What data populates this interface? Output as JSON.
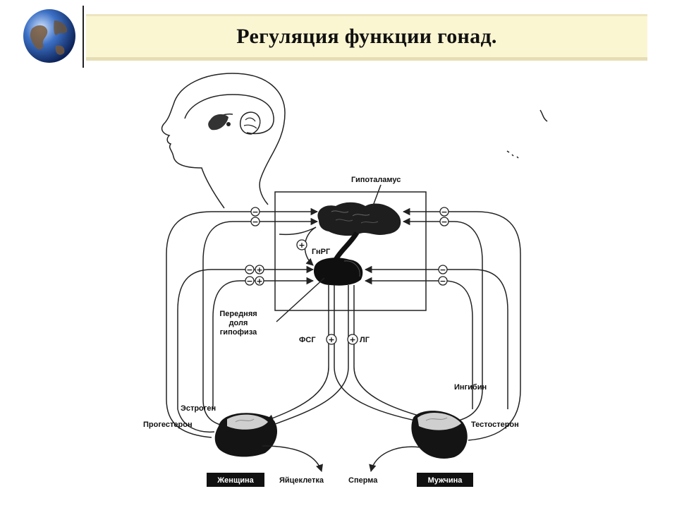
{
  "slide": {
    "title": "Регуляция функции гонад."
  },
  "labels": {
    "hypothalamus": "Гипоталамус",
    "gnrh": "ГнРГ",
    "pituitary": "Передняя доля гипофиза",
    "fsh": "ФСГ",
    "lh": "ЛГ",
    "inhibin": "Ингибин",
    "estrogen": "Эстроген",
    "progesterone": "Прогестерон",
    "testosterone": "Тестостерон",
    "egg": "Яйцеклетка",
    "sperm": "Сперма",
    "female": "Женщина",
    "male": "Мужчина"
  },
  "signs": {
    "minus": "−",
    "plus": "+"
  },
  "icons": {
    "logo": "globe-icon"
  }
}
